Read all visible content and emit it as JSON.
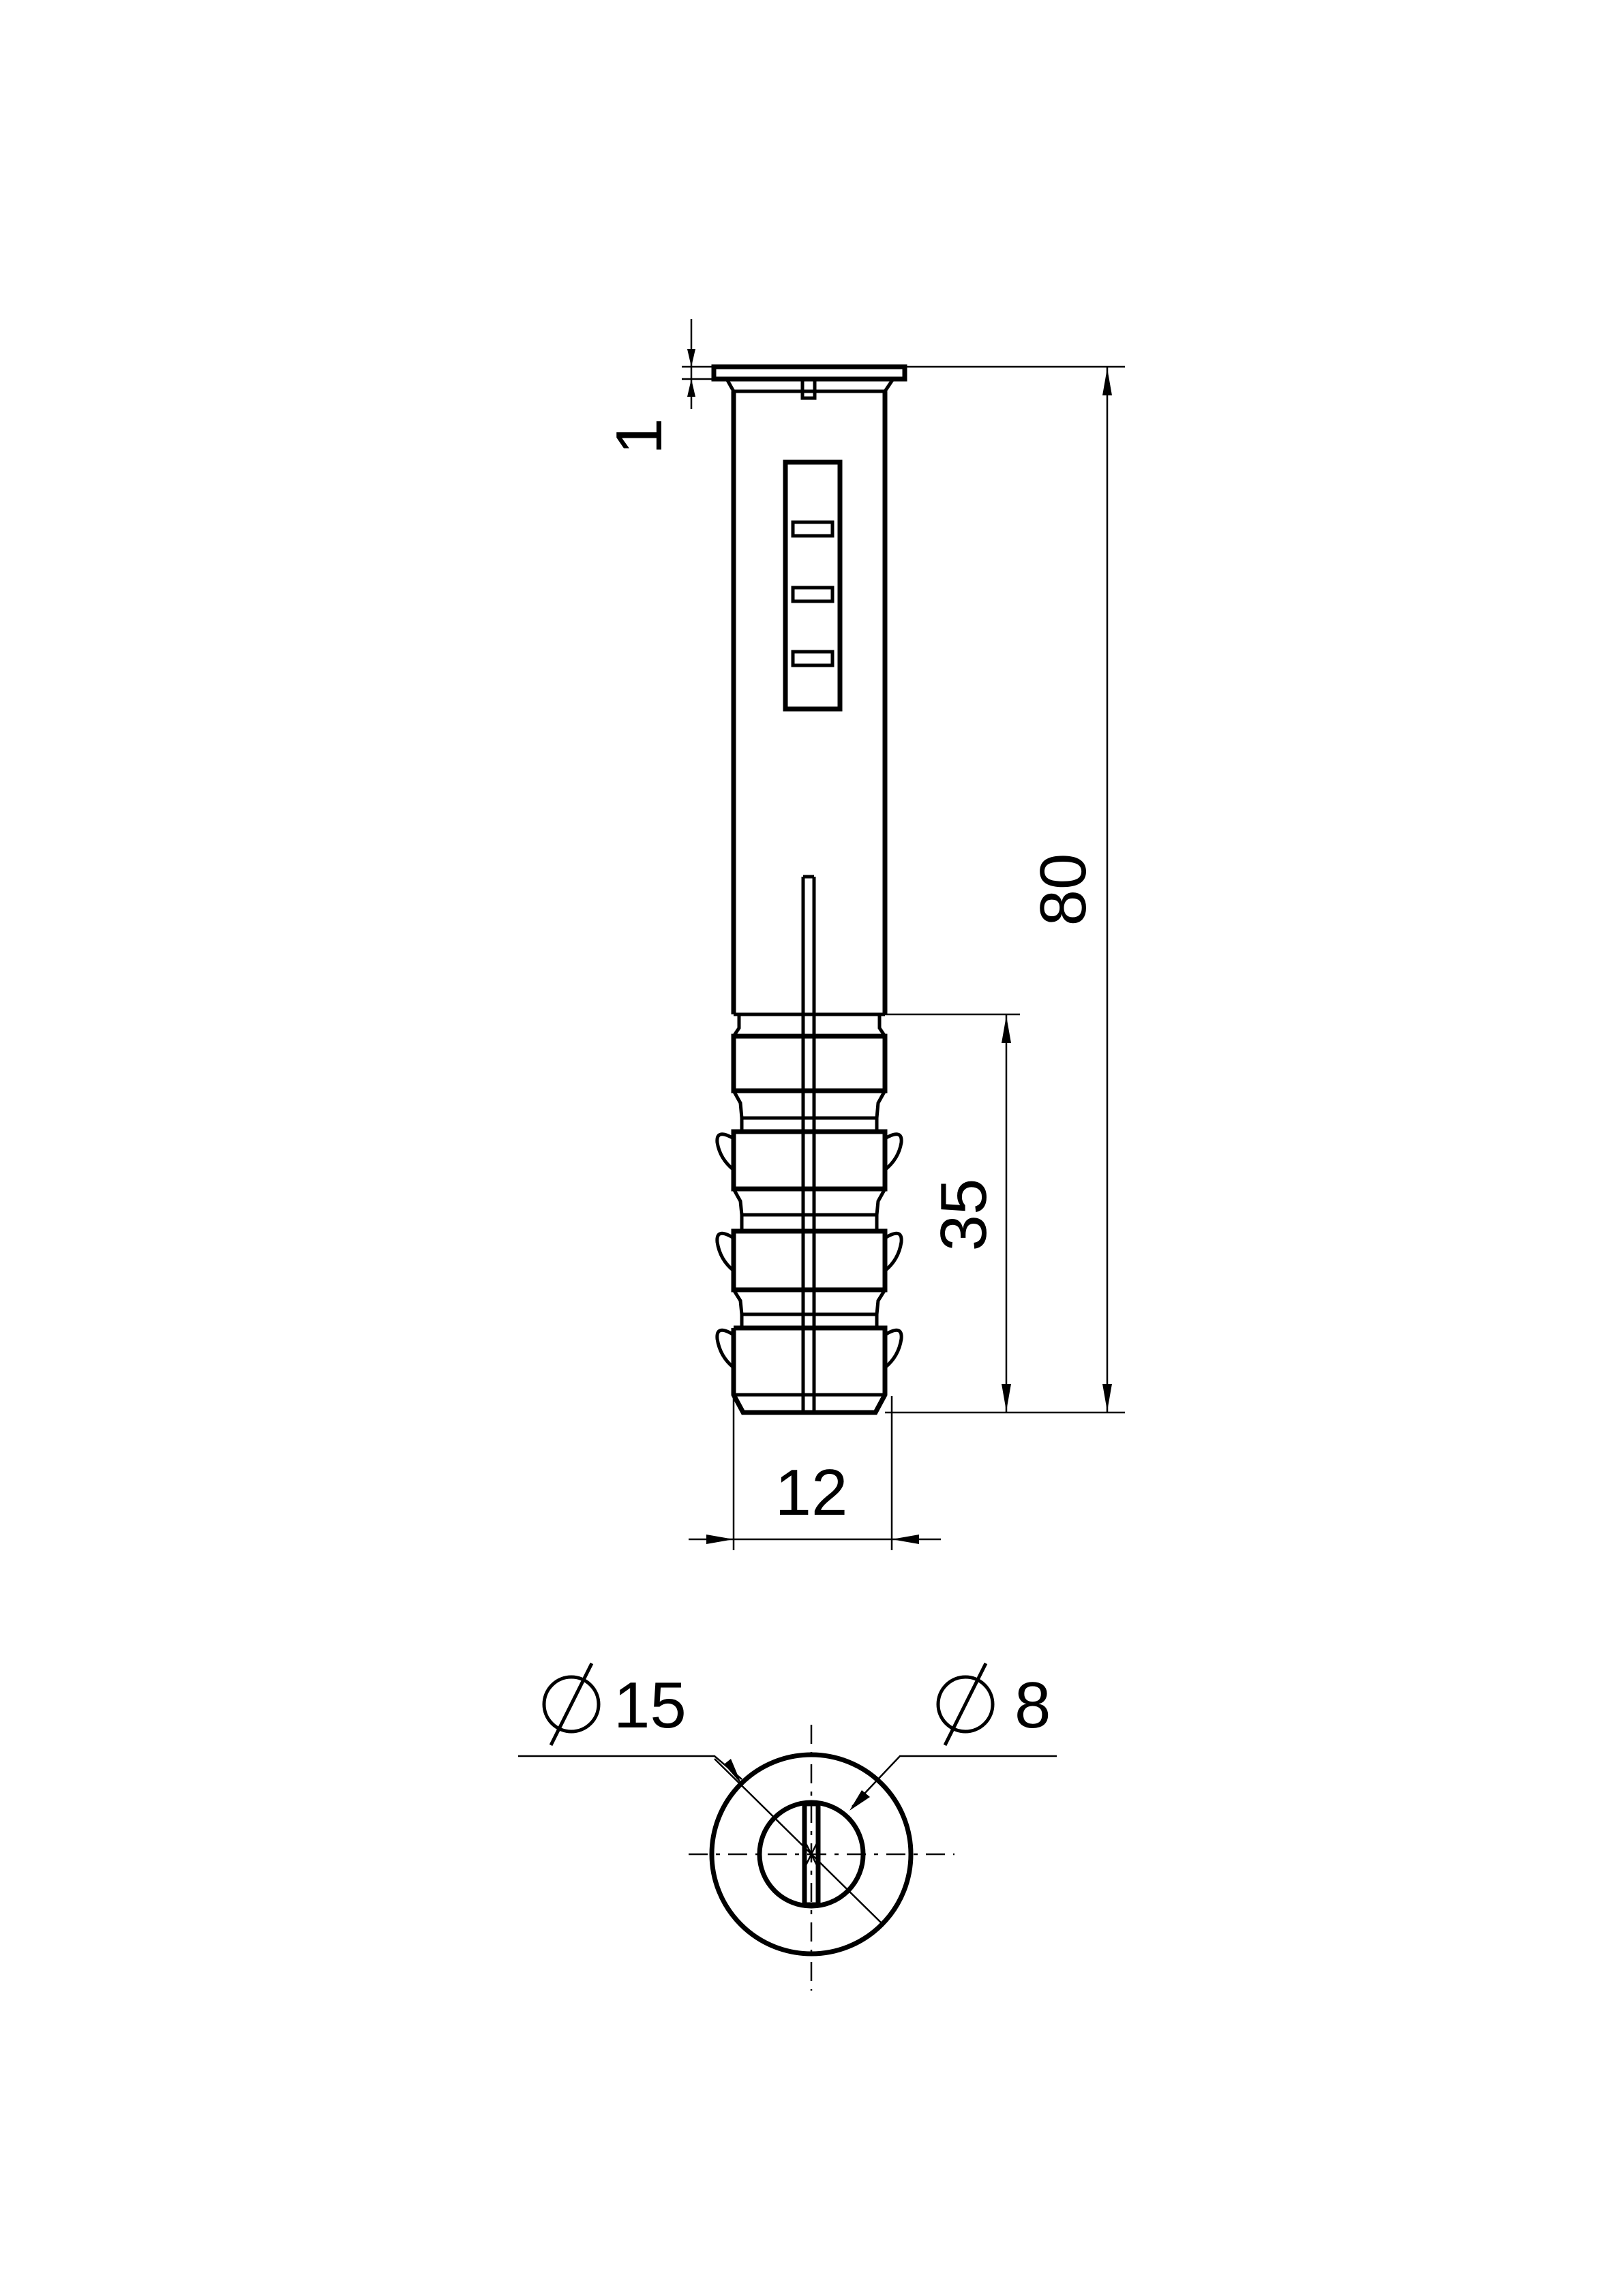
{
  "dimensions": {
    "head_thickness": "1",
    "overall_length": "80",
    "expansion_length": "35",
    "diameter": "12",
    "collar_diameter": "15",
    "bore_diameter": "8"
  }
}
